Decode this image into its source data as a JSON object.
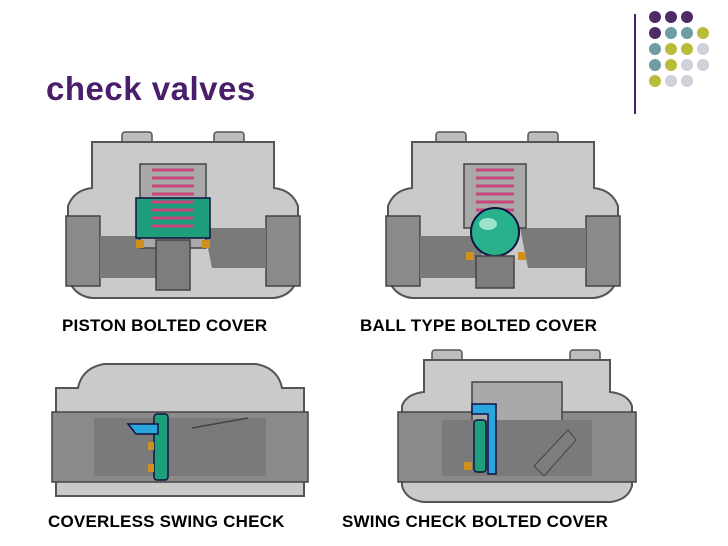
{
  "slide": {
    "title": "check valves"
  },
  "captions": {
    "piston": "PISTON BOLTED COVER",
    "ball": "BALL TYPE BOLTED COVER",
    "coverless": "COVERLESS SWING CHECK",
    "swing": "SWING CHECK BOLTED COVER"
  },
  "colors": {
    "title": "#4a1e6a",
    "purple": "#4f2b68",
    "teal": "#6e9da3",
    "olive": "#b9bc3a",
    "light": "#cfd0d8",
    "body_gray": "#c8c8c8",
    "pipe_gray": "#8a8a8a",
    "green": "#1f9e7c",
    "blue": "#2aa6df",
    "spring": "#c8447a",
    "orange": "#d0901e"
  }
}
